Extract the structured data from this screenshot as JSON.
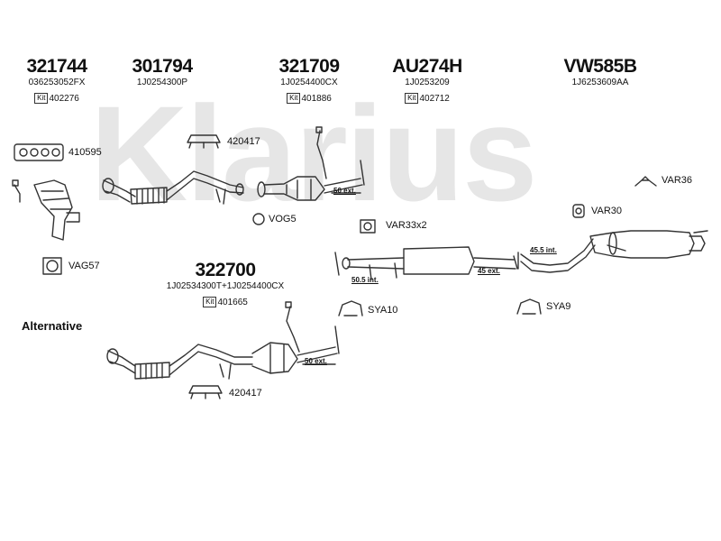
{
  "watermark": "Klarius",
  "parts": [
    {
      "number": "321744",
      "oem": "036253052FX",
      "kit_label": "Kit",
      "kit_number": "402276"
    },
    {
      "number": "301794",
      "oem": "1J0254300P"
    },
    {
      "number": "321709",
      "oem": "1J0254400CX",
      "kit_label": "Kit",
      "kit_number": "401886"
    },
    {
      "number": "AU274H",
      "oem": "1J0253209",
      "kit_label": "Kit",
      "kit_number": "402712"
    },
    {
      "number": "VW585B",
      "oem": "1J6253609AA"
    },
    {
      "number": "322700",
      "oem": "1J02534300T+1J0254400CX",
      "kit_label": "Kit",
      "kit_number": "401665"
    }
  ],
  "labels": {
    "gasket_manifold": "410595",
    "clamp_top": "420417",
    "clamp_bottom": "420417",
    "var36": "VAR36",
    "vog5": "VOG5",
    "var33": "VAR33x2",
    "var30": "VAR30",
    "vag57": "VAG57",
    "sya10": "SYA10",
    "sya9": "SYA9",
    "alternative": "Alternative"
  },
  "dims": {
    "ext_top": "50 ext.",
    "int_mid": "50.5 int.",
    "ext_mid": "45 ext.",
    "int_rear": "45.5 int.",
    "ext_bottom": "50 ext."
  }
}
